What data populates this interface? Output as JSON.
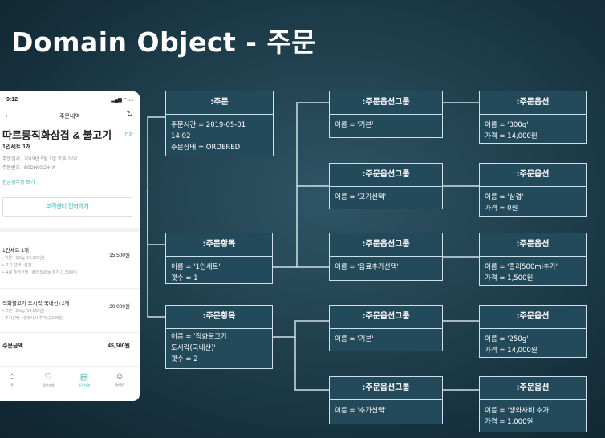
{
  "slide_title": "Domain Object - 주문",
  "phone": {
    "time": "9:12",
    "signal": "▂▄▆ ◠ ▭",
    "header": "주문내역",
    "store": "따르릉직화삼겹 & 불고기",
    "call_link": "전화",
    "summary_qty": "1인세트 1개",
    "order_date": "주문일시 : 2019년 5월 1일 오후 2:02",
    "order_no": "주문번호 : B0DH00CH4X",
    "receipt_link": "현금영수증 보기",
    "support_button": "고객센터 전화하기",
    "items": [
      {
        "name": "1인세트   1개",
        "price": "15,500원",
        "options": [
          "• 기본 : 300g (14,000원)",
          "• 고기 선택 : 삼겹",
          "• 음료 추가선택 : 콜라 500ml 추가 (1,500원)"
        ]
      },
      {
        "name": "직화불고기 도시락(국내산)  2개",
        "price": "30,000원",
        "options": [
          "• 기본 : 250g (14,000원)",
          "• 추가선택 : 생와사비 추가 (1,000원)"
        ]
      }
    ],
    "total_label": "주문금액",
    "total_value": "45,500원",
    "nav": [
      {
        "icon": "⌂",
        "label": "홈"
      },
      {
        "icon": "♡",
        "label": "찜한가게"
      },
      {
        "icon": "▤",
        "label": "주문내역"
      },
      {
        "icon": "☺",
        "label": "My배민"
      }
    ]
  },
  "boxes": {
    "order": {
      "title": ":주문",
      "lines": [
        "주문시간 = 2019-05-01",
        "             14:02",
        "주문상태 = ORDERED"
      ]
    },
    "item1": {
      "title": ":주문항목",
      "lines": [
        "이름 = '1인세트'",
        "갯수 = 1"
      ]
    },
    "item2": {
      "title": ":주문항목",
      "lines": [
        "이름 = '직화불고기",
        "          도시락(국내산)'",
        "갯수 = 2"
      ]
    },
    "g1": {
      "title": ":주문옵션그룹",
      "lines": [
        "이름 = '기본'"
      ]
    },
    "g2": {
      "title": ":주문옵션그룹",
      "lines": [
        "이름 = '고기선택'"
      ]
    },
    "g3": {
      "title": ":주문옵션그룹",
      "lines": [
        "이름 = '음료추가선택'"
      ]
    },
    "g4": {
      "title": ":주문옵션그룹",
      "lines": [
        "이름 = '기본'"
      ]
    },
    "g5": {
      "title": ":주문옵션그룹",
      "lines": [
        "이름 = '추가선택'"
      ]
    },
    "o1": {
      "title": ":주문옵션",
      "lines": [
        "이름 = '300g'",
        "가격 = 14,000원"
      ]
    },
    "o2": {
      "title": ":주문옵션",
      "lines": [
        "이름 = '삼겹'",
        "가격 = 0원"
      ]
    },
    "o3": {
      "title": ":주문옵션",
      "lines": [
        "이름 = '콜라500ml추가'",
        "가격 = 1,500원"
      ]
    },
    "o4": {
      "title": ":주문옵션",
      "lines": [
        "이름 = '250g'",
        "가격 = 14,000원"
      ]
    },
    "o5": {
      "title": ":주문옵션",
      "lines": [
        "이름 = '생와사비 추가'",
        "가격 = 1,000원"
      ]
    }
  },
  "colors": {
    "accent": "#2ab6b0",
    "box_border": "#cfe0ea",
    "background": "#203f4d"
  }
}
